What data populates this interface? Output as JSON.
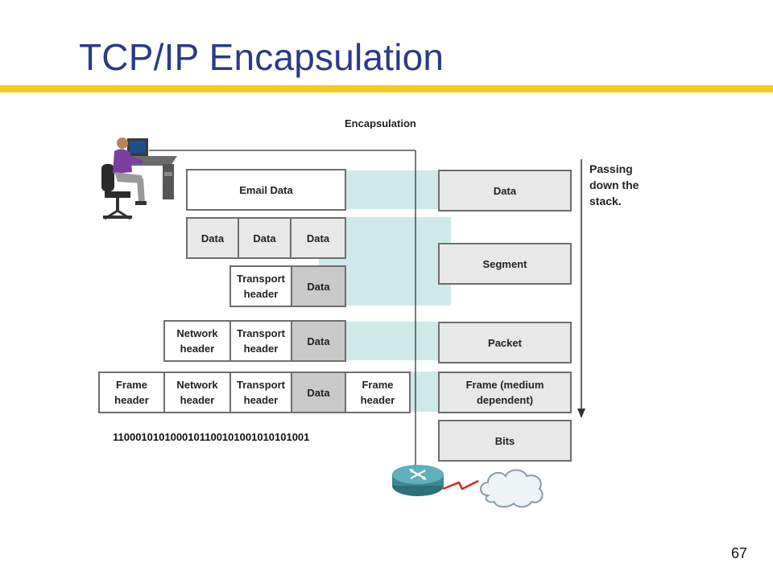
{
  "slide": {
    "title": "TCP/IP Encapsulation",
    "page_number": "67"
  },
  "diagram": {
    "title": "Encapsulation",
    "stack_note": "Passing down the stack.",
    "bits": "11000101010001011001010010101010​01",
    "rows": {
      "email": {
        "label": "Email Data"
      },
      "split": {
        "cells": [
          "Data",
          "Data",
          "Data"
        ]
      },
      "segment": {
        "header": "Transport header",
        "data": "Data"
      },
      "packet": {
        "network": "Network header",
        "transport": "Transport header",
        "data": "Data"
      },
      "frame": {
        "frame_head": "Frame header",
        "network": "Network header",
        "transport": "Transport header",
        "data": "Data",
        "frame_tail": "Frame header"
      }
    },
    "stack_labels": [
      "Data",
      "Segment",
      "Packet",
      "Frame (medium dependent)",
      "Bits"
    ]
  }
}
